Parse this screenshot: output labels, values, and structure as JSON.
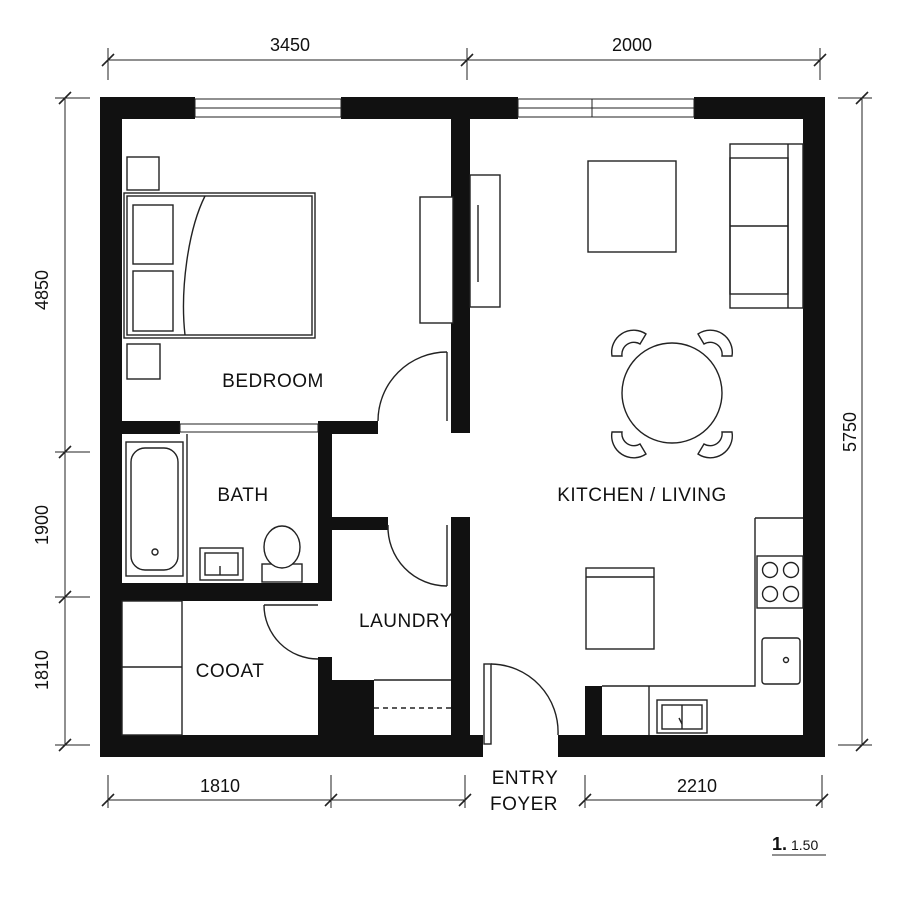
{
  "rooms": {
    "bedroom": "BEDROOM",
    "bath": "BATH",
    "kitchen_living": "KITCHEN / LIVING",
    "laundry": "LAUNDRY",
    "coat": "COOAT",
    "entry_line1": "ENTRY",
    "entry_line2": "FOYER"
  },
  "dimensions": {
    "top_left": "3450",
    "top_right": "2000",
    "bottom_left": "1810",
    "bottom_right": "2210",
    "left_upper": "4850",
    "left_middle": "1900",
    "left_lower": "1810",
    "right": "5750"
  },
  "scale": {
    "prefix": "1.",
    "value": "1.50"
  }
}
